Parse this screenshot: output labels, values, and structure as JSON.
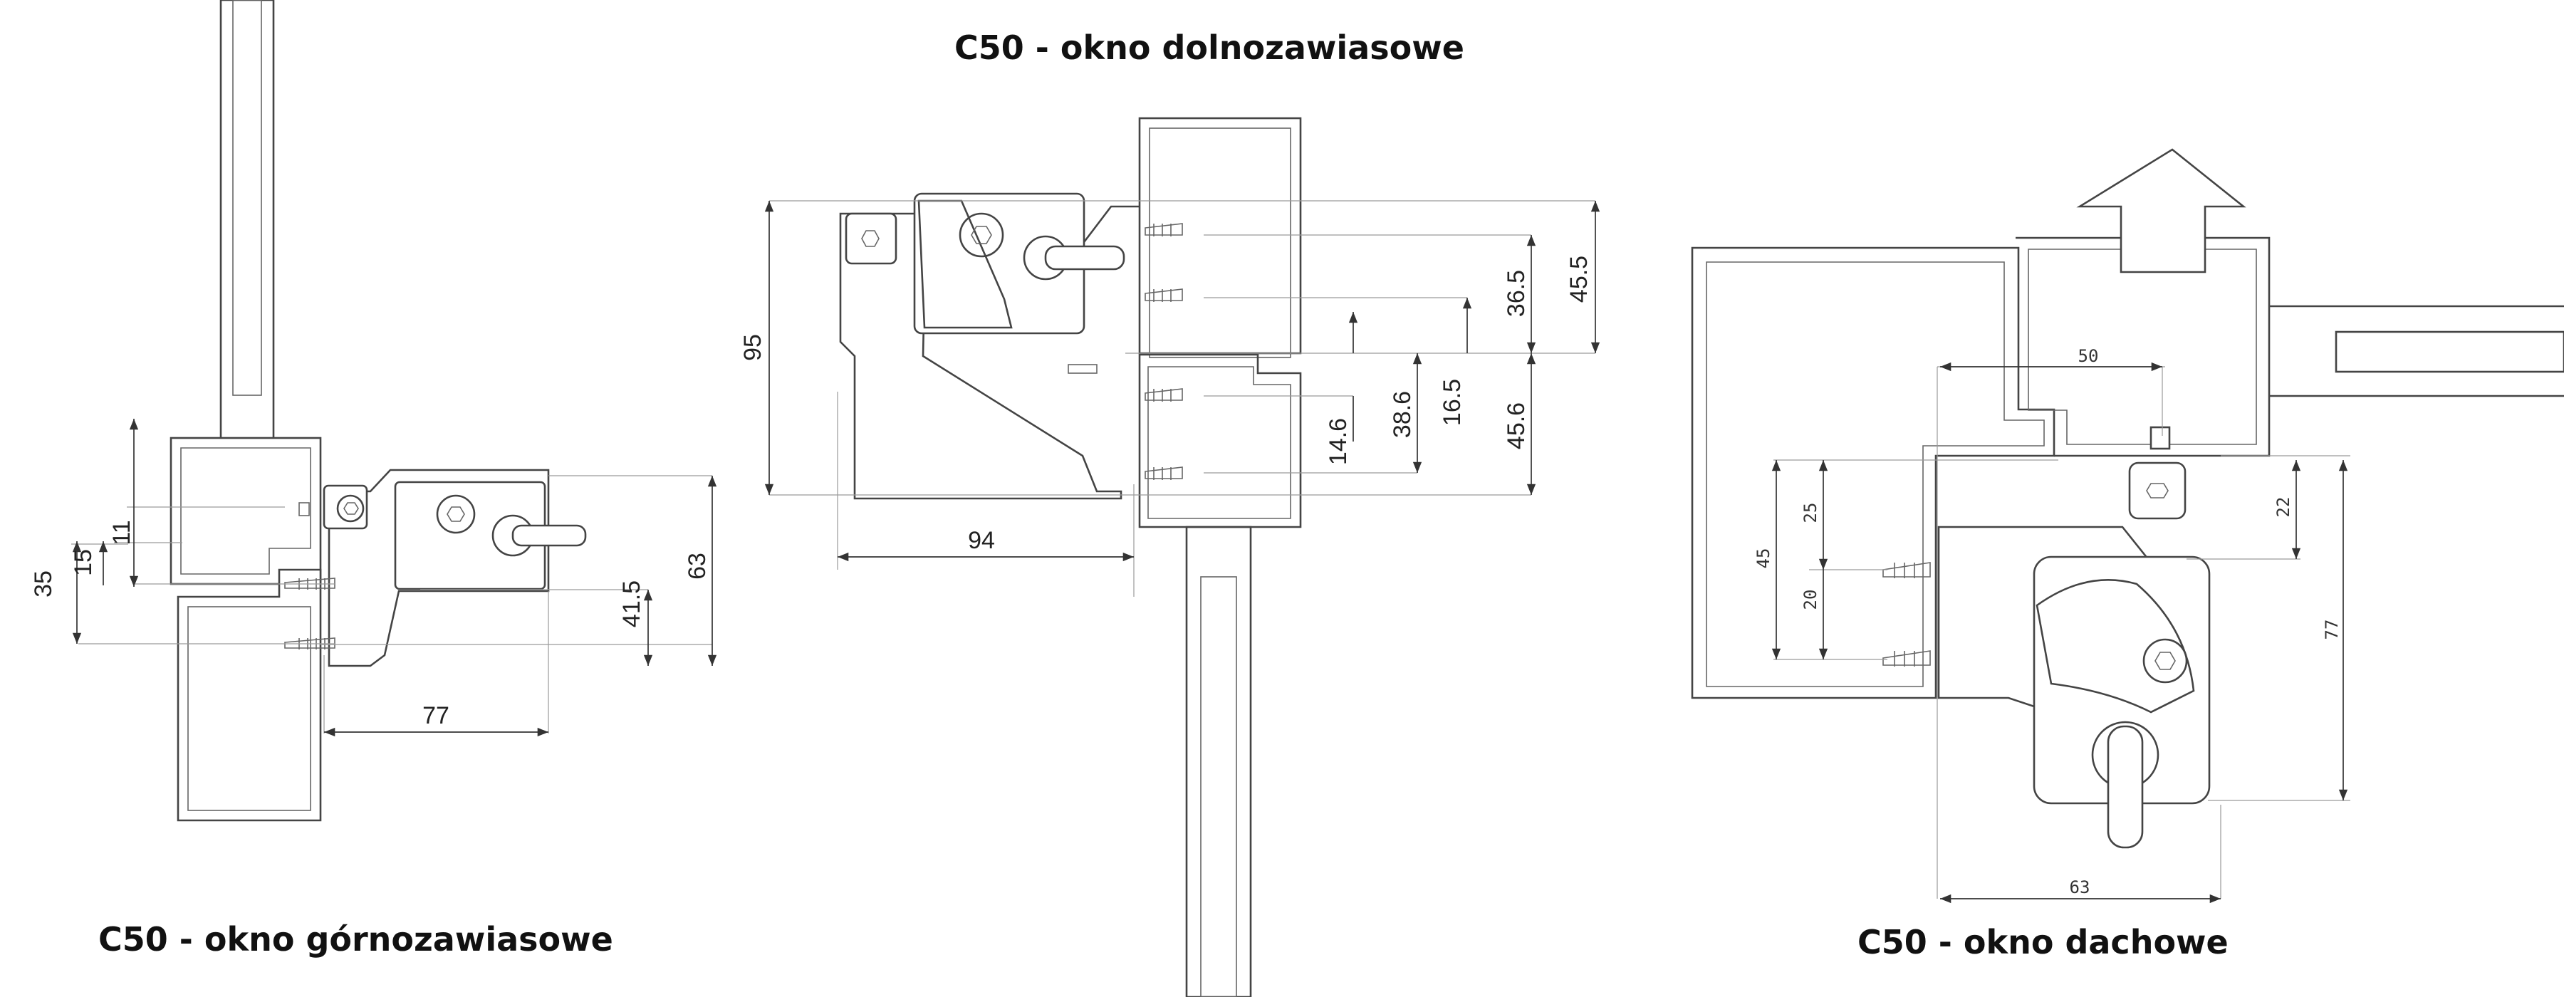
{
  "titles": {
    "top_hung": "C50 - okno górnozawiasowe",
    "bottom_hung": "C50 - okno dolnozawiasowe",
    "roof": "C50 - okno dachowe"
  },
  "dimensions": {
    "top_hung": {
      "d11": "11",
      "d15": "15",
      "d35": "35",
      "d41_5": "41.5",
      "d63": "63",
      "d77": "77"
    },
    "bottom_hung": {
      "d95": "95",
      "d94": "94",
      "d36_5": "36.5",
      "d45_5": "45.5",
      "d14_6": "14.6",
      "d38_6": "38.6",
      "d16_5": "16.5",
      "d45_6": "45.6"
    },
    "roof": {
      "d50": "50",
      "d45": "45",
      "d25": "25",
      "d20": "20",
      "d22": "22",
      "d77": "77",
      "d63": "63"
    }
  }
}
